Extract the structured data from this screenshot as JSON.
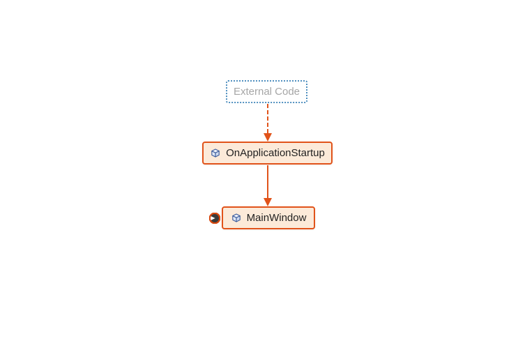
{
  "diagram": {
    "type": "call-graph",
    "background_color": "#ffffff",
    "accent_orange": "#e1531a",
    "method_node_fill": "#fcead9",
    "external_node_border_color": "#4f8fbf",
    "external_node_text_color": "#a6a6a6",
    "method_node_text_color": "#1f1f1f",
    "method_icon_color": "#3a5a9b",
    "nodes": [
      {
        "id": "external-code",
        "label": "External Code",
        "style": "dashed-blue",
        "icon": null
      },
      {
        "id": "on-application-startup",
        "label": "OnApplicationStartup",
        "style": "solid-orange",
        "icon": "method-cube-icon"
      },
      {
        "id": "main-window",
        "label": "MainWindow",
        "style": "solid-orange",
        "icon": "method-cube-icon",
        "badge": "entry-badge-icon"
      }
    ],
    "edges": [
      {
        "from": "external-code",
        "to": "on-application-startup",
        "style": "dashed",
        "color": "#e1531a",
        "direction": "down"
      },
      {
        "from": "on-application-startup",
        "to": "main-window",
        "style": "solid",
        "color": "#e1531a",
        "direction": "down"
      }
    ]
  }
}
